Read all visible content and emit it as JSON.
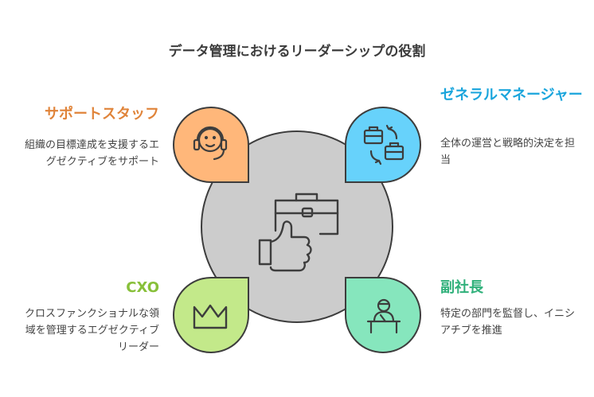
{
  "title": "データ管理におけるリーダーシップの役割",
  "quadrants": {
    "support": {
      "heading": "サポートスタッフ",
      "description": "組織の目標達成を支援するエグゼクティブをサポート",
      "icon": "headset-person-icon",
      "color": "#ffb77a"
    },
    "gm": {
      "heading": "ゼネラルマネージャー",
      "description": "全体の運営と戦略的決定を担当",
      "icon": "briefcase-swap-icon",
      "color": "#67d2fb"
    },
    "cxo": {
      "heading": "CXO",
      "description": "クロスファンクショナルな領域を管理するエグゼクティブリーダー",
      "icon": "crown-icon",
      "color": "#c3e98a"
    },
    "vp": {
      "heading": "副社長",
      "description": "特定の部門を監督し、イニシアチブを推進",
      "icon": "person-at-desk-icon",
      "color": "#86e6bd"
    }
  },
  "center": {
    "icon": "briefcase-thumbs-up-icon",
    "color": "#cccccc"
  }
}
